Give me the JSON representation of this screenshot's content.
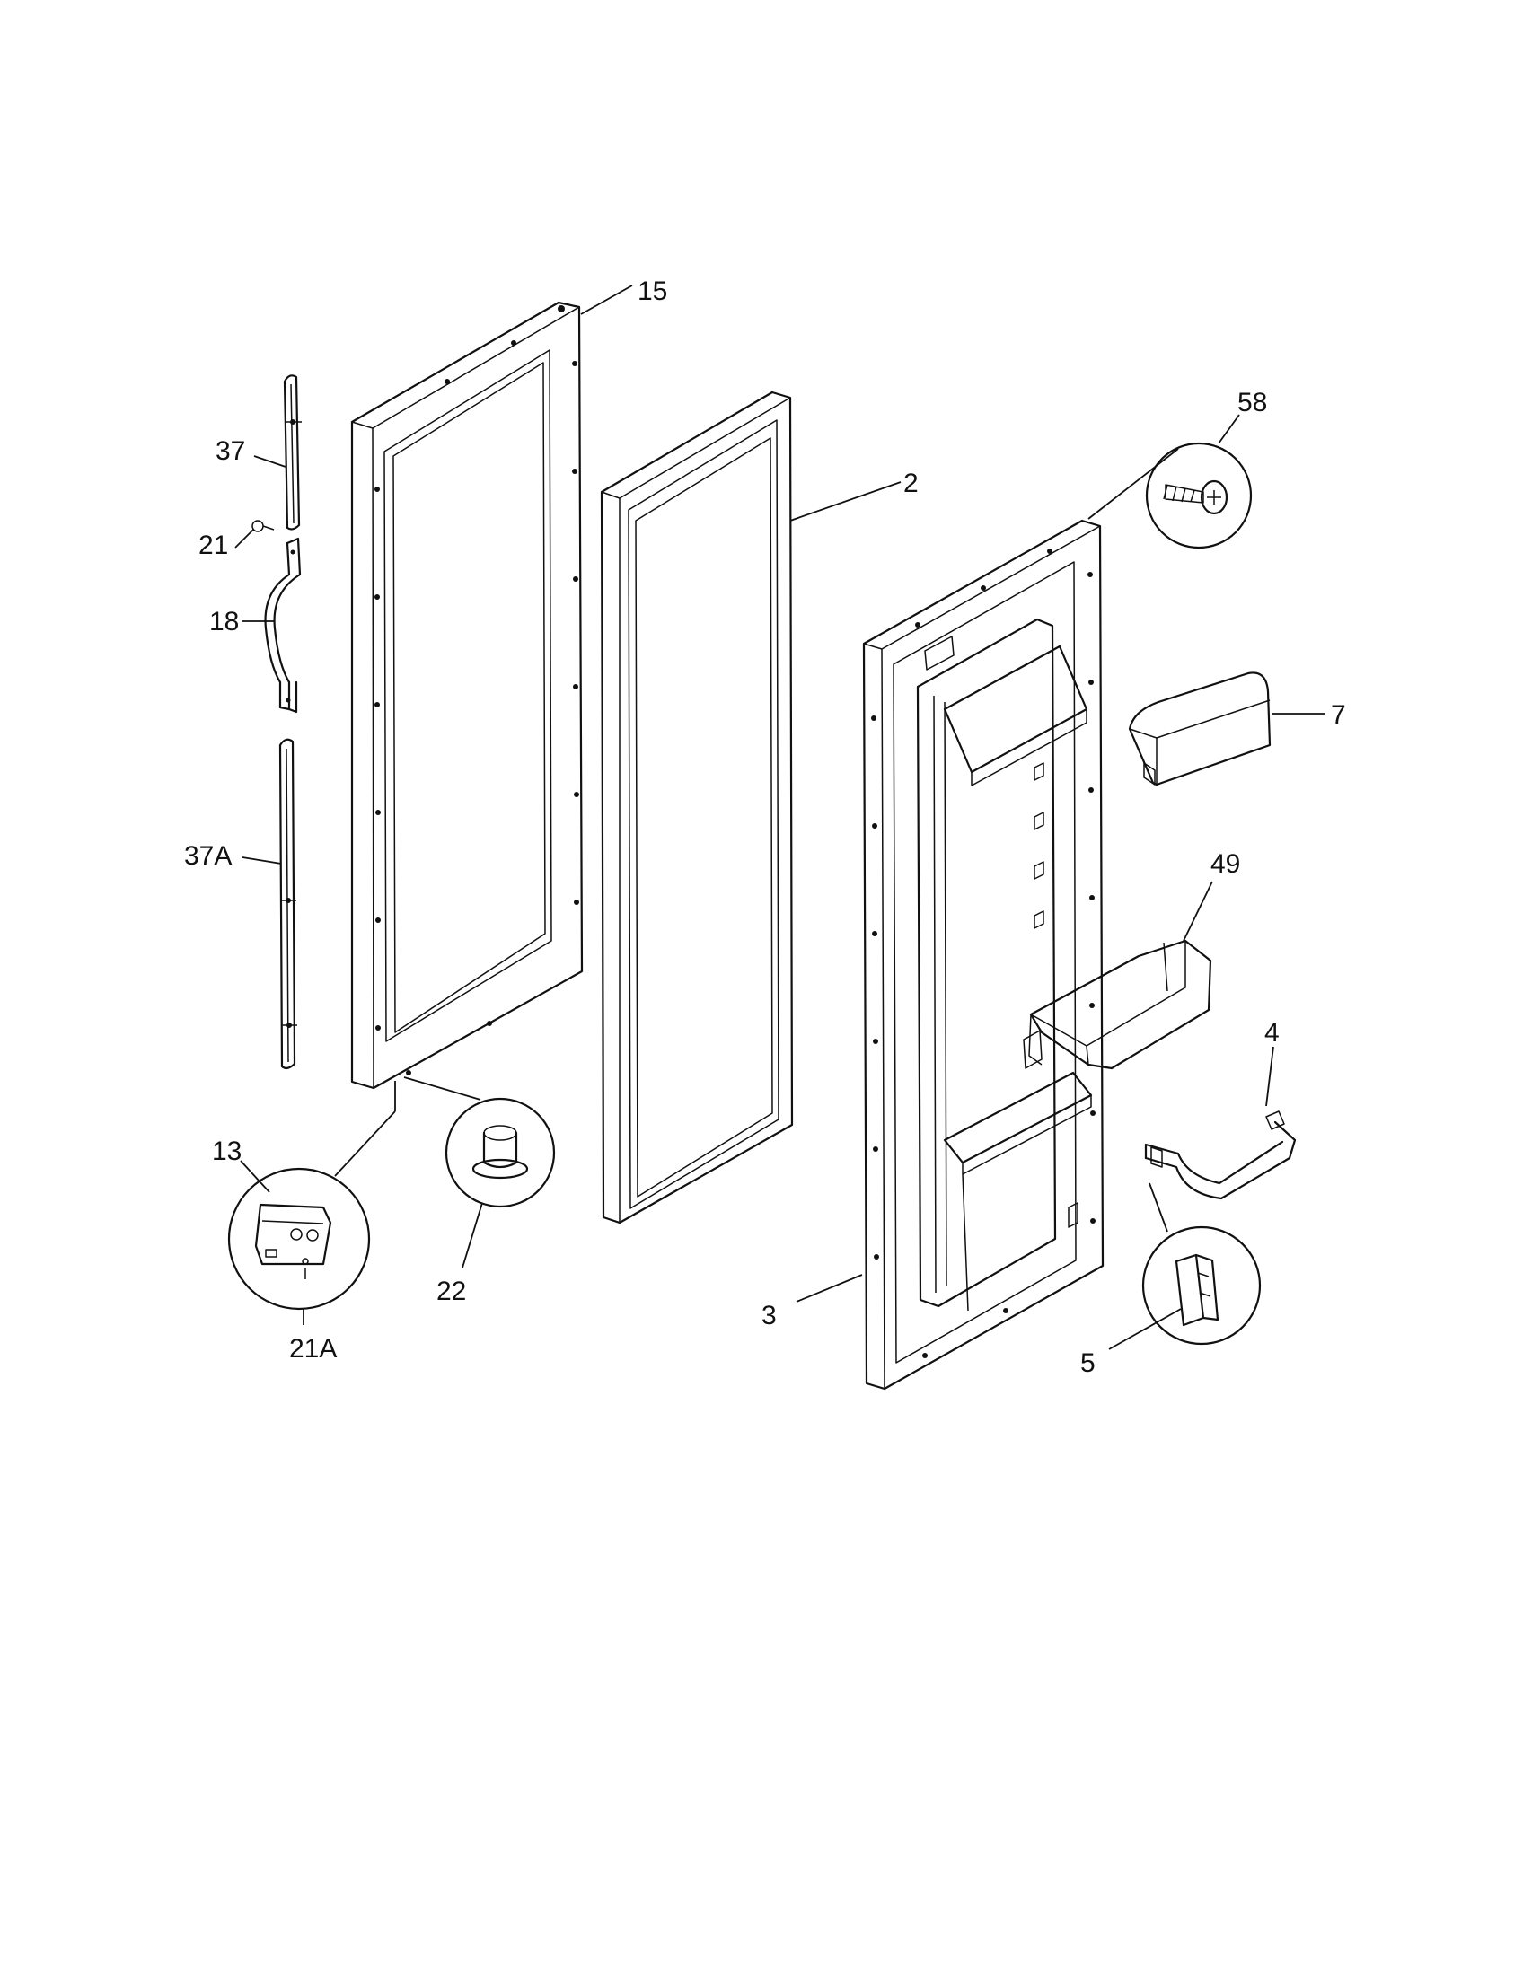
{
  "diagram": {
    "callouts": [
      {
        "id": "15",
        "text": "15"
      },
      {
        "id": "37",
        "text": "37"
      },
      {
        "id": "21",
        "text": "21"
      },
      {
        "id": "18",
        "text": "18"
      },
      {
        "id": "37A",
        "text": "37A"
      },
      {
        "id": "13",
        "text": "13"
      },
      {
        "id": "21A",
        "text": "21A"
      },
      {
        "id": "22",
        "text": "22"
      },
      {
        "id": "2",
        "text": "2"
      },
      {
        "id": "58",
        "text": "58"
      },
      {
        "id": "7",
        "text": "7"
      },
      {
        "id": "49",
        "text": "49"
      },
      {
        "id": "4",
        "text": "4"
      },
      {
        "id": "3",
        "text": "3"
      },
      {
        "id": "5",
        "text": "5"
      }
    ]
  }
}
